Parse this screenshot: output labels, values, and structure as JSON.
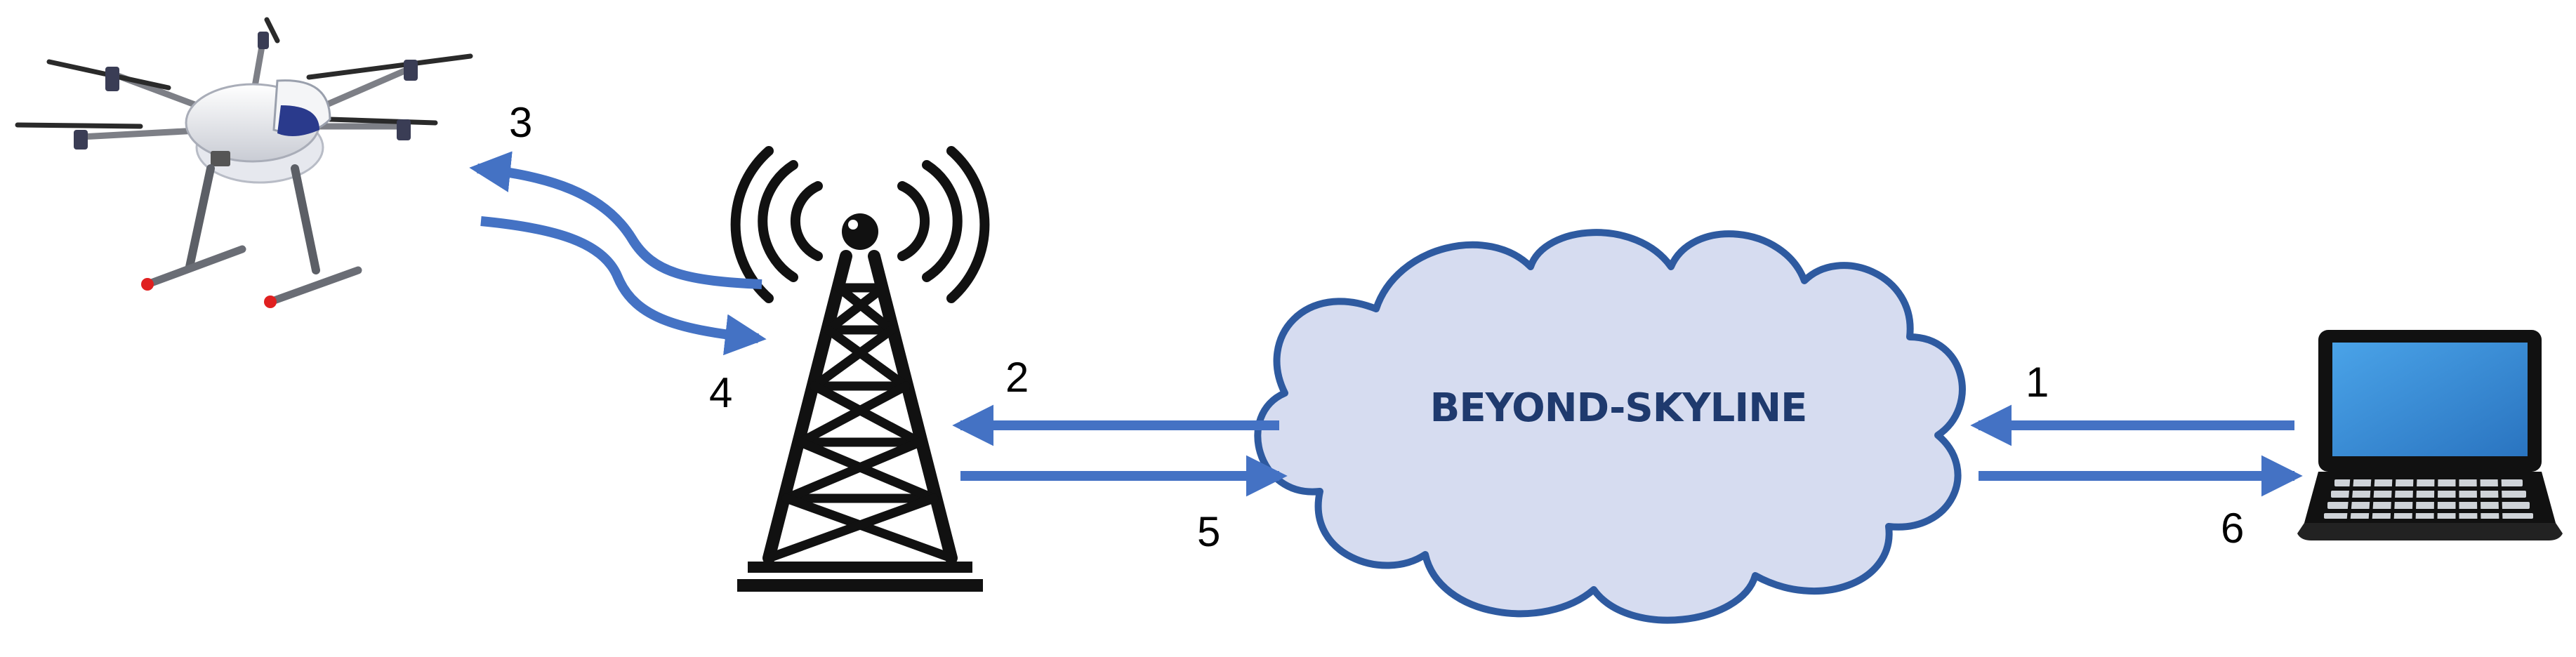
{
  "colors": {
    "arrow": "#4472c4",
    "cloud_fill": "#d6dcf0",
    "cloud_stroke": "#2e5aa0",
    "cloud_text": "#1f3a6e",
    "tower": "#111111",
    "laptop_screen": "#3e8fd6",
    "drone_body": "#eeeff2",
    "drone_accent": "#2a3a8c"
  },
  "icons": {
    "drone": "drone-icon",
    "tower": "cell-tower-icon",
    "cloud": "cloud-icon",
    "laptop": "laptop-icon"
  },
  "cloud": {
    "label": "BEYOND-SKYLINE"
  },
  "steps": {
    "s1": "1",
    "s2": "2",
    "s3": "3",
    "s4": "4",
    "s5": "5",
    "s6": "6"
  }
}
